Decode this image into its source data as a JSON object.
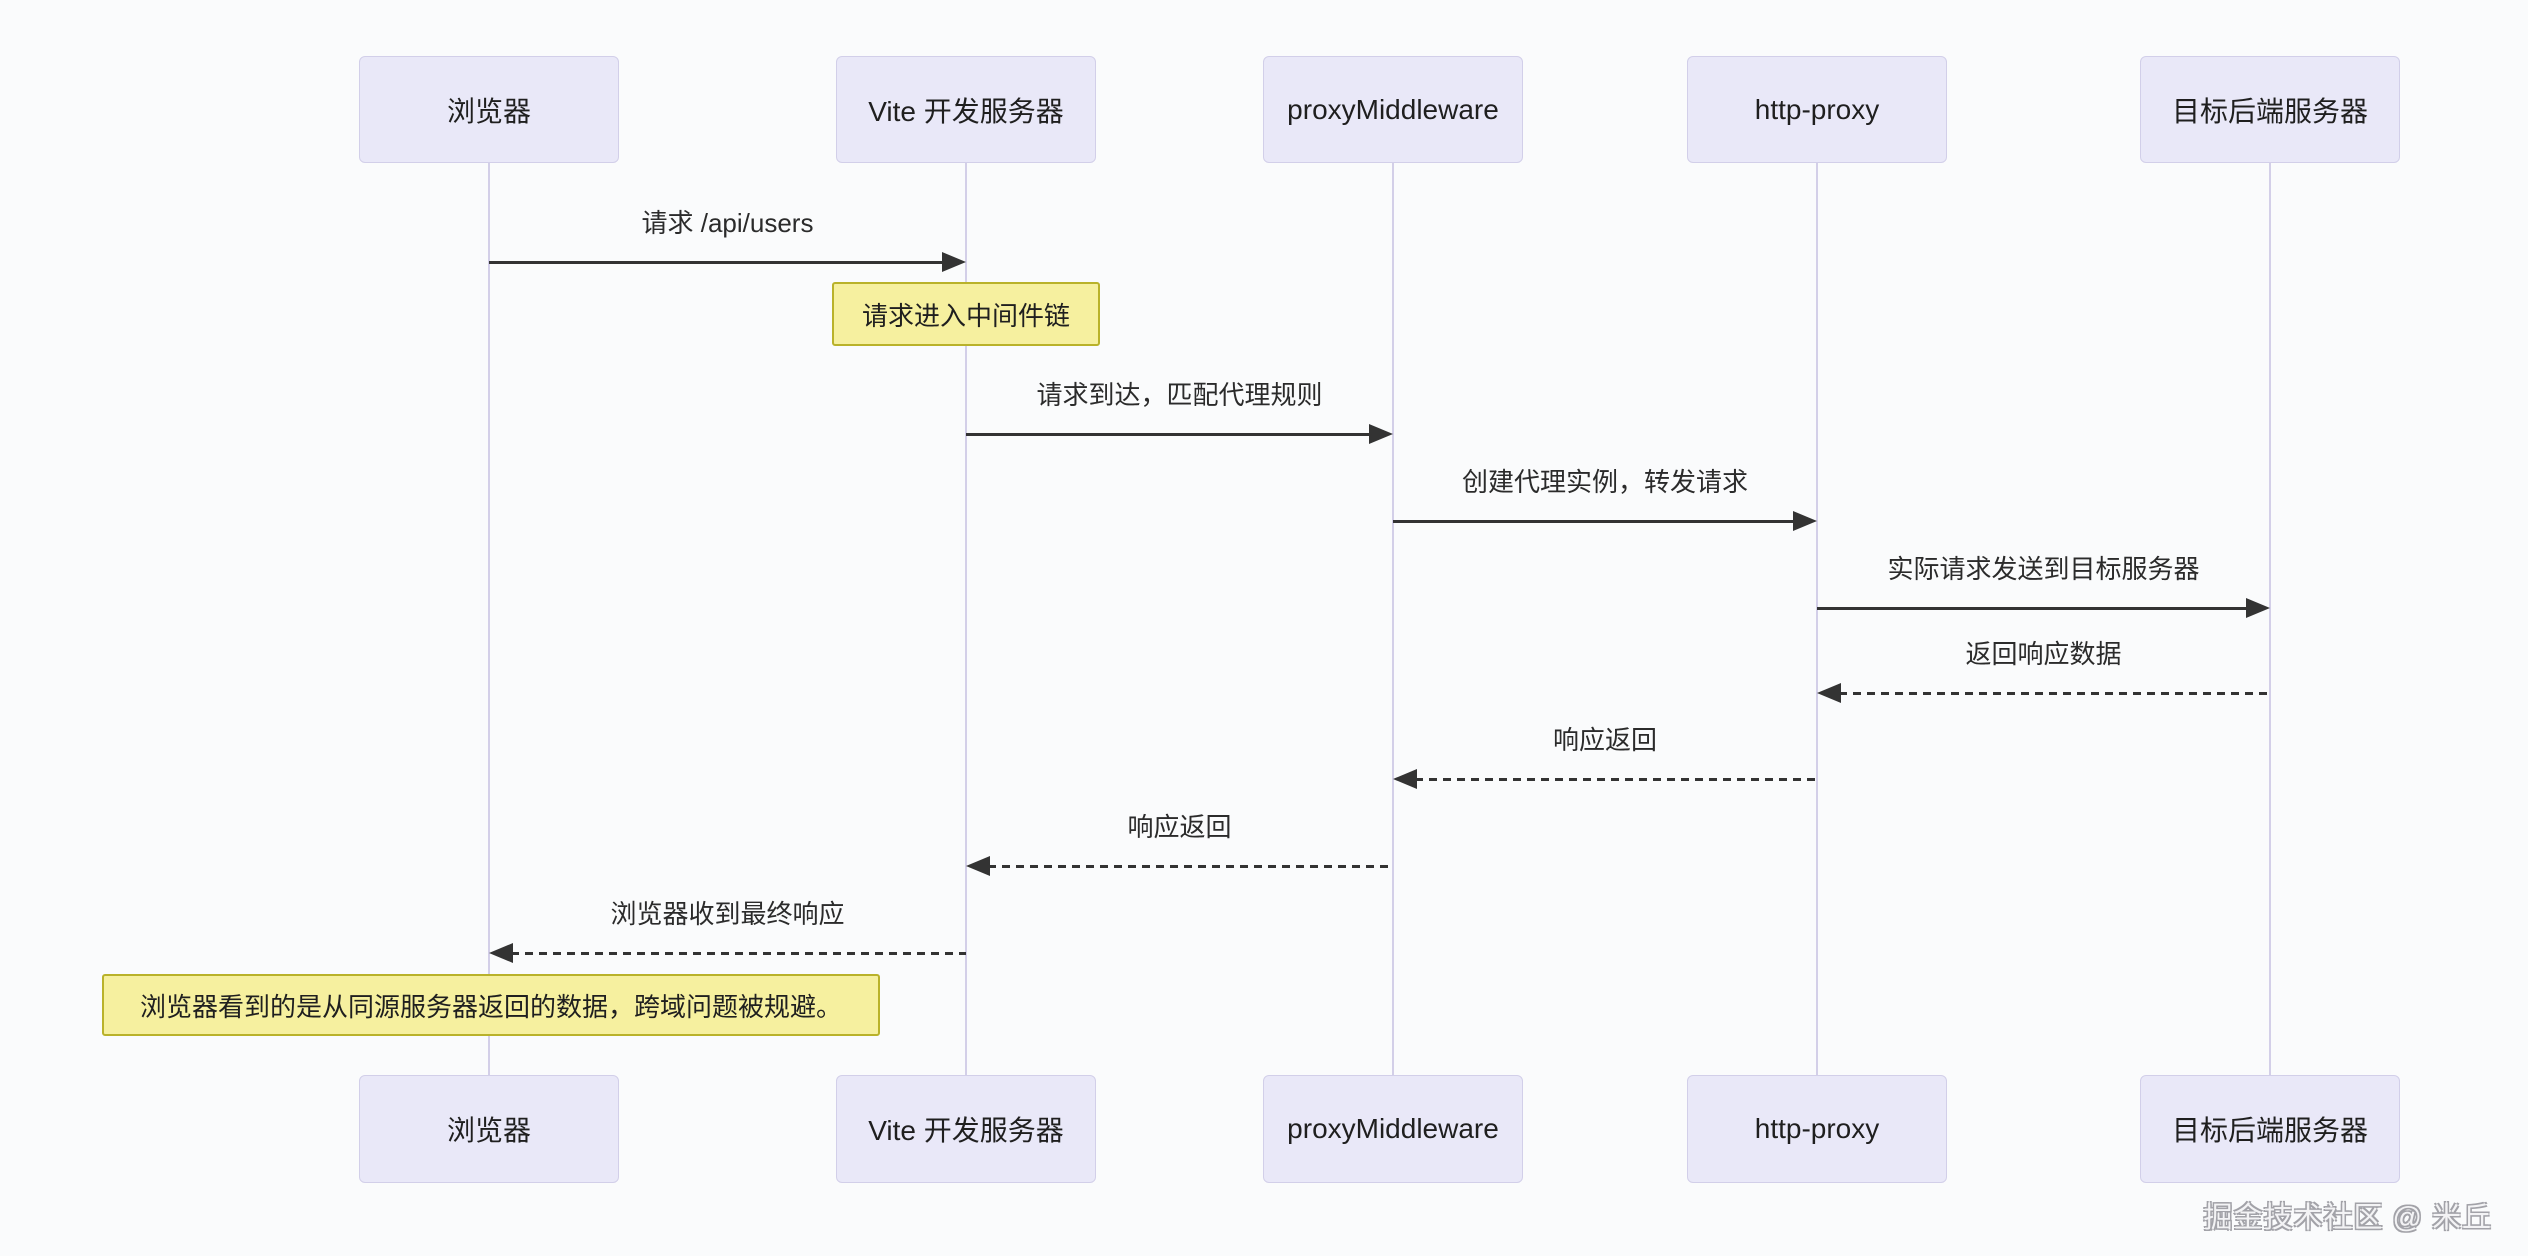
{
  "diagram": {
    "type": "sequence",
    "participants": [
      {
        "id": "browser",
        "label": "浏览器"
      },
      {
        "id": "vite-dev-server",
        "label": "Vite 开发服务器"
      },
      {
        "id": "proxy-middleware",
        "label": "proxyMiddleware"
      },
      {
        "id": "http-proxy",
        "label": "http-proxy"
      },
      {
        "id": "backend-server",
        "label": "目标后端服务器"
      }
    ],
    "messages": [
      {
        "from": 0,
        "to": 1,
        "label": "请求 /api/users",
        "style": "solid"
      },
      {
        "from": 1,
        "to": 2,
        "label": "请求到达，匹配代理规则",
        "style": "solid"
      },
      {
        "from": 2,
        "to": 3,
        "label": "创建代理实例，转发请求",
        "style": "solid"
      },
      {
        "from": 3,
        "to": 4,
        "label": "实际请求发送到目标服务器",
        "style": "solid"
      },
      {
        "from": 4,
        "to": 3,
        "label": "返回响应数据",
        "style": "dashed"
      },
      {
        "from": 3,
        "to": 2,
        "label": "响应返回",
        "style": "dashed"
      },
      {
        "from": 2,
        "to": 1,
        "label": "响应返回",
        "style": "dashed"
      },
      {
        "from": 1,
        "to": 0,
        "label": "浏览器收到最终响应",
        "style": "dashed"
      }
    ],
    "notes": [
      {
        "over": "vite-dev-server",
        "text": "请求进入中间件链"
      },
      {
        "over": "browser",
        "text": "浏览器看到的是从同源服务器返回的数据，跨域问题被规避。"
      }
    ],
    "watermark": "掘金技术社区 @ 米丘",
    "colors": {
      "background": "#fafbfc",
      "actor_fill": "#e9e8f8",
      "actor_border": "#d2cfe9",
      "lifeline": "#d3cfe8",
      "note_fill": "#f6f09f",
      "note_border": "#b9b22a",
      "arrow": "#333333",
      "text": "#1f1f1f"
    }
  }
}
